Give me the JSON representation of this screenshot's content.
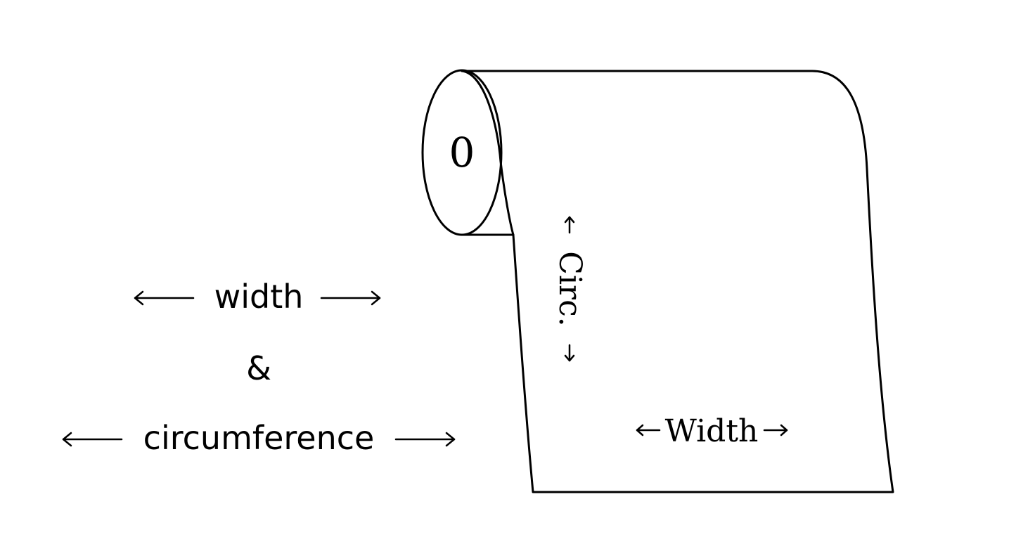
{
  "legend": {
    "width_label": "width",
    "ampersand": "&",
    "circumference_label": "circumference"
  },
  "roll": {
    "core_label": "0",
    "circ_label": "Circ.",
    "width_label": "Width"
  }
}
